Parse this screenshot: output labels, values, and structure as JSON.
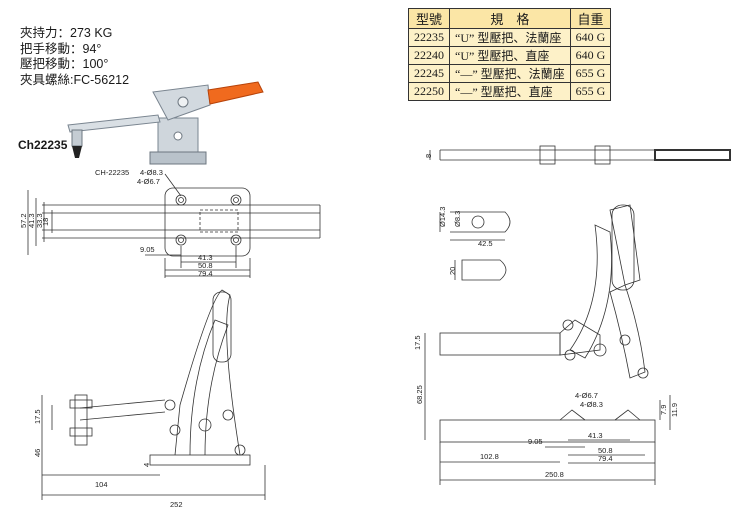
{
  "specs": {
    "clamp_force": "夾持力：273 KG",
    "handle_travel": "把手移動：94°",
    "bar_travel": "壓把移動：100°",
    "screw": "夾具螺絲:FC-56212"
  },
  "product_label": "Ch22235",
  "table": {
    "headers": [
      "型號",
      "規　格",
      "自重"
    ],
    "rows": [
      {
        "model": "22235",
        "spec": "“U” 型壓把、法蘭座",
        "weight": "640 G"
      },
      {
        "model": "22240",
        "spec": "“U” 型壓把、直座",
        "weight": "640 G"
      },
      {
        "model": "22245",
        "spec": "“—” 型壓把、法蘭座",
        "weight": "655 G"
      },
      {
        "model": "22250",
        "spec": "“—” 型壓把、直座",
        "weight": "655 G"
      }
    ]
  },
  "left_top": {
    "model_ref": "CH-22235",
    "hole_a": "4-Ø8.3",
    "hole_b": "4-Ø6.7",
    "h1": "57.2",
    "h2": "41.3",
    "h3": "33.3",
    "h4": "18",
    "w1": "9.05",
    "w2": "41.3",
    "w3": "50.8",
    "w4": "79.4"
  },
  "left_bottom": {
    "h1": "17.5",
    "h2": "46",
    "thk": "4",
    "w1": "104",
    "w2": "252"
  },
  "right_top": {
    "thk": "8",
    "d1": "Ø14.3",
    "d2": "Ø8.3",
    "len": "42.5",
    "tip": "20"
  },
  "right_main": {
    "h1": "17.5",
    "h2": "68.25",
    "hole_a": "4-Ø6.7",
    "hole_b": "4-Ø8.3",
    "v1": "7.9",
    "v2": "11.9",
    "w1": "9.05",
    "w2": "41.3",
    "w3": "50.8",
    "w4": "79.4",
    "w5": "102.8",
    "w6": "250.8"
  }
}
